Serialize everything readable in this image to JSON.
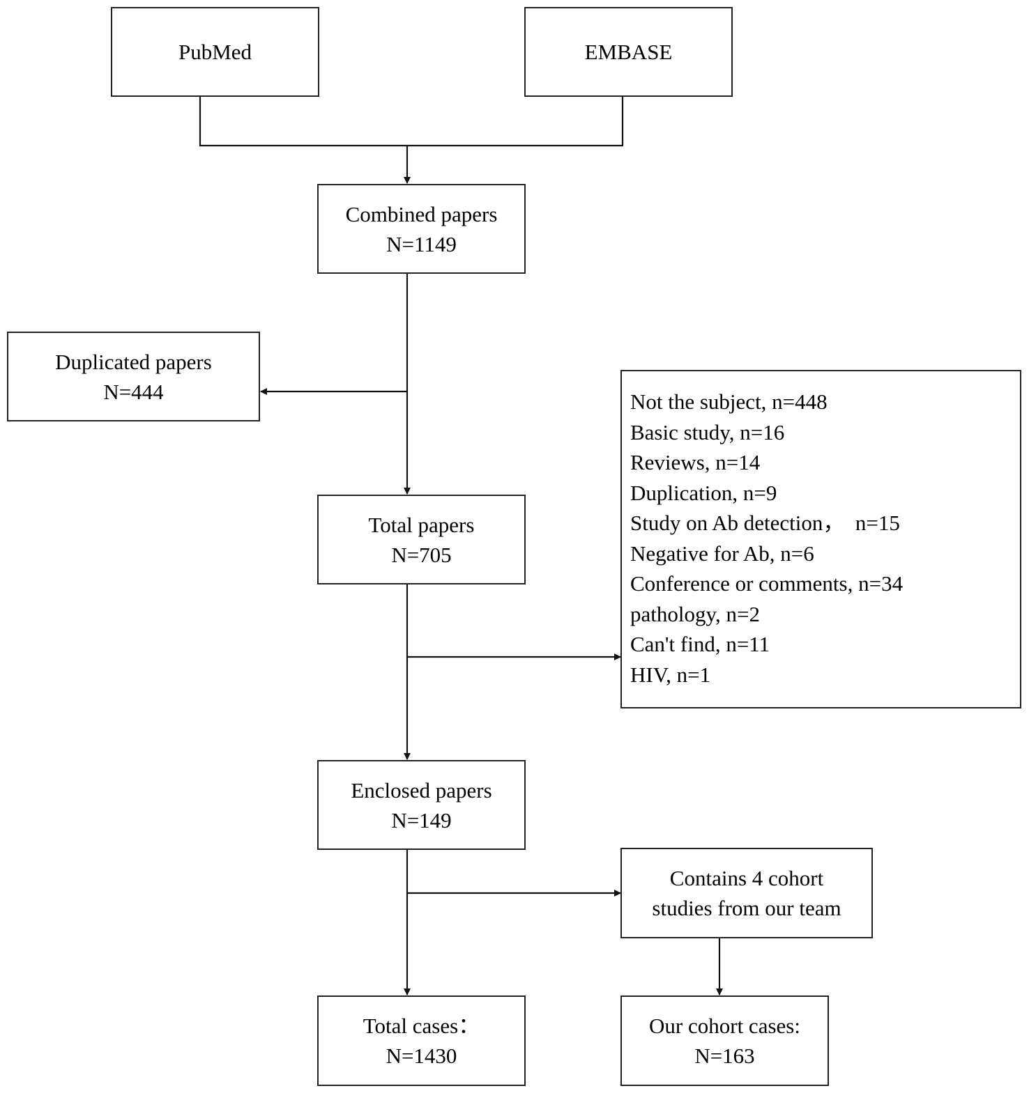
{
  "boxes": {
    "pubmed": {
      "line1": "PubMed"
    },
    "embase": {
      "line1": "EMBASE"
    },
    "combined": {
      "line1": "Combined papers",
      "line2": "N=1149"
    },
    "duplicated": {
      "line1": "Duplicated papers",
      "line2": "N=444"
    },
    "total_papers": {
      "line1": "Total papers",
      "line2": "N=705"
    },
    "exclusions": {
      "items": [
        "Not the subject, n=448",
        "Basic study, n=16",
        "Reviews, n=14",
        "Duplication, n=9",
        "Study on Ab detection，  n=15",
        "Negative for Ab, n=6",
        "Conference or comments, n=34",
        "pathology, n=2",
        "Can't find, n=11",
        "HIV, n=1"
      ]
    },
    "enclosed": {
      "line1": "Enclosed papers",
      "line2": "N=149"
    },
    "cohort_studies": {
      "line1": "Contains 4 cohort",
      "line2": "studies from our team"
    },
    "total_cases": {
      "line1": "Total cases：",
      "line2": "N=1430"
    },
    "our_cases": {
      "line1": "Our cohort cases:",
      "line2": "N=163"
    }
  }
}
